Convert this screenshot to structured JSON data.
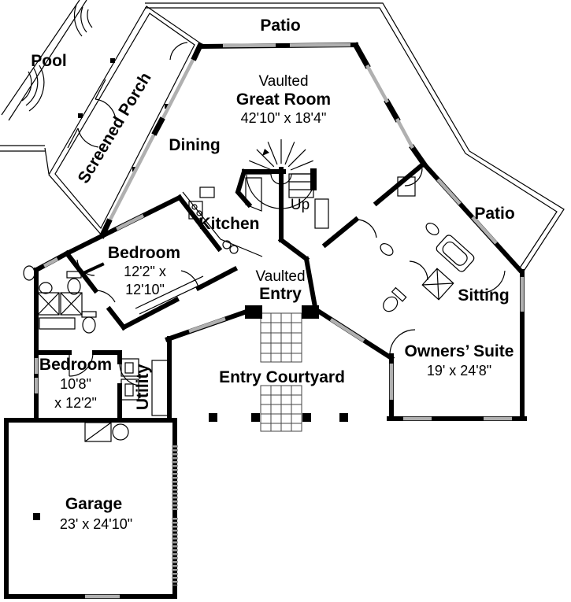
{
  "plan": {
    "colors": {
      "wall": "#000000",
      "window": "#b0b0b0",
      "background": "#ffffff"
    },
    "pool": {
      "label": "Pool"
    },
    "patio_top": {
      "label": "Patio"
    },
    "screened_porch": {
      "label": "Screened Porch"
    },
    "great_room": {
      "prefix": "Vaulted",
      "label": "Great Room",
      "dims": "42'10\" x 18'4\""
    },
    "dining": {
      "label": "Dining"
    },
    "kitchen": {
      "label": "Kitchen"
    },
    "stairs": {
      "label": "Up"
    },
    "patio_right": {
      "label": "Patio"
    },
    "bedroom_1": {
      "label": "Bedroom",
      "dims_line1": "12'2\" x",
      "dims_line2": "12'10\""
    },
    "entry": {
      "prefix": "Vaulted",
      "label": "Entry"
    },
    "sitting": {
      "label": "Sitting"
    },
    "owners_suite": {
      "label": "Owners’ Suite",
      "dims": "19' x 24'8\""
    },
    "bedroom_2": {
      "label": "Bedroom",
      "dims_line1": "10'8\"",
      "dims_line2": "x 12'2\""
    },
    "utility": {
      "label": "Utility"
    },
    "courtyard": {
      "label": "Entry Courtyard"
    },
    "garage": {
      "label": "Garage",
      "dims": "23' x 24'10\""
    }
  }
}
